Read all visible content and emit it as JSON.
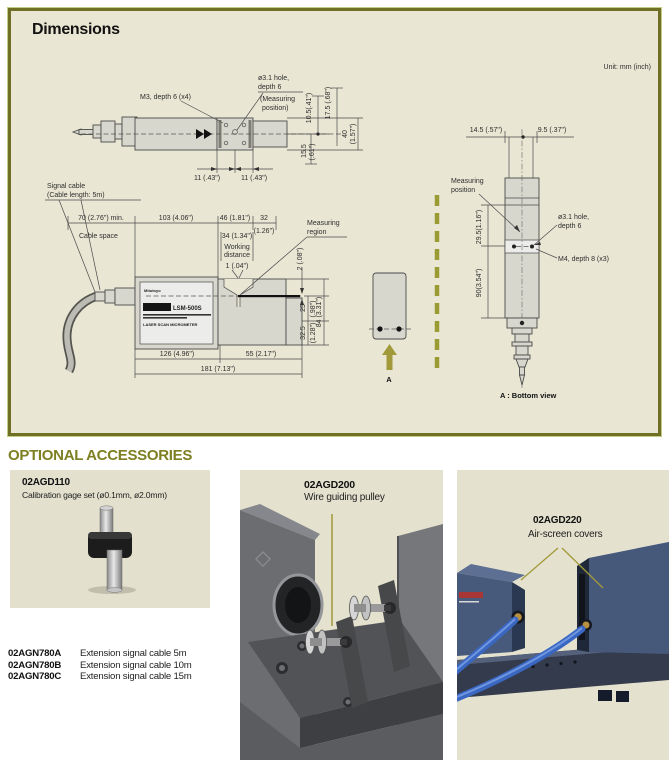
{
  "colors": {
    "accent_olive": "#7d7f21",
    "panel_bg": "#e9e6d4",
    "panel_border": "#6f7026",
    "leader_olive": "#a29a3a",
    "photo_bg": "#e4e1ce",
    "device_blue": "#46597b",
    "tube_blue": "#3a67c2"
  },
  "dimensions": {
    "title": "Dimensions",
    "unit": "Unit: mm (inch)",
    "side_view": {
      "m3": "M3, depth 6 (x4)",
      "hole_l1": "ø3.1 hole,",
      "hole_l2": "depth 6",
      "hole_l3": "(Measuring",
      "hole_l4": "position)",
      "d105": "10.5(.41\")",
      "d175": "17.5 (.68\")",
      "d40a": "40",
      "d40b": "(1.57\")",
      "d155a": "15.5",
      "d155b": "(.61\")",
      "d11a": "11 (.43\")",
      "d11b": "11 (.43\")"
    },
    "front_view": {
      "cable_l1": "Signal cable",
      "cable_l2": "(Cable length: 5m)",
      "d70": "70 (2.76\") min.",
      "cable_space": "Cable space",
      "d103": "103 (4.06\")",
      "d46": "46 (1.81\")",
      "d32a": "32",
      "d32b": "(1.26\")",
      "d34": "34 (1.34\")",
      "wd1": "Working",
      "wd2": "distance",
      "d1": "1 (.04\")",
      "mr1": "Measuring",
      "mr2": "region",
      "d2": "2 (.08\")",
      "d25": "25",
      "d25b": "(.98\")",
      "d325": "32.5",
      "d325b": "(1.28\")",
      "d84": "84 (3.31\")",
      "d126": "126 (4.96\")",
      "d55": "55 (2.17\")",
      "d181": "181 (7.13\")",
      "brand": "Mitutoyo",
      "model": "LSM-500S",
      "model_sub": "LASER SCAN MICROMETER"
    },
    "bottom_view": {
      "arrow": "A",
      "caption": "A : Bottom view"
    },
    "vertical_view": {
      "d145": "14.5 (.57\")",
      "d95": "9.5 (.37\")",
      "mp1": "Measuring",
      "mp2": "position",
      "hole_l1": "ø3.1 hole,",
      "hole_l2": "depth 6",
      "m4": "M4, depth 8 (x3)",
      "d295": "29.5(1.16\")",
      "d90": "90(3.54\")"
    }
  },
  "accessories": {
    "title": "OPTIONAL ACCESSORIES",
    "calibration": {
      "part": "02AGD110",
      "desc": "Calibration gage set (ø0.1mm, ø2.0mm)"
    },
    "pulley": {
      "part": "02AGD200",
      "desc": "Wire guiding pulley"
    },
    "air_screen": {
      "part": "02AGD220",
      "desc": "Air-screen covers"
    },
    "cables": [
      {
        "part": "02AGN780A",
        "desc": "Extension signal cable 5m"
      },
      {
        "part": "02AGN780B",
        "desc": "Extension signal cable 10m"
      },
      {
        "part": "02AGN780C",
        "desc": "Extension signal cable 15m"
      }
    ]
  }
}
